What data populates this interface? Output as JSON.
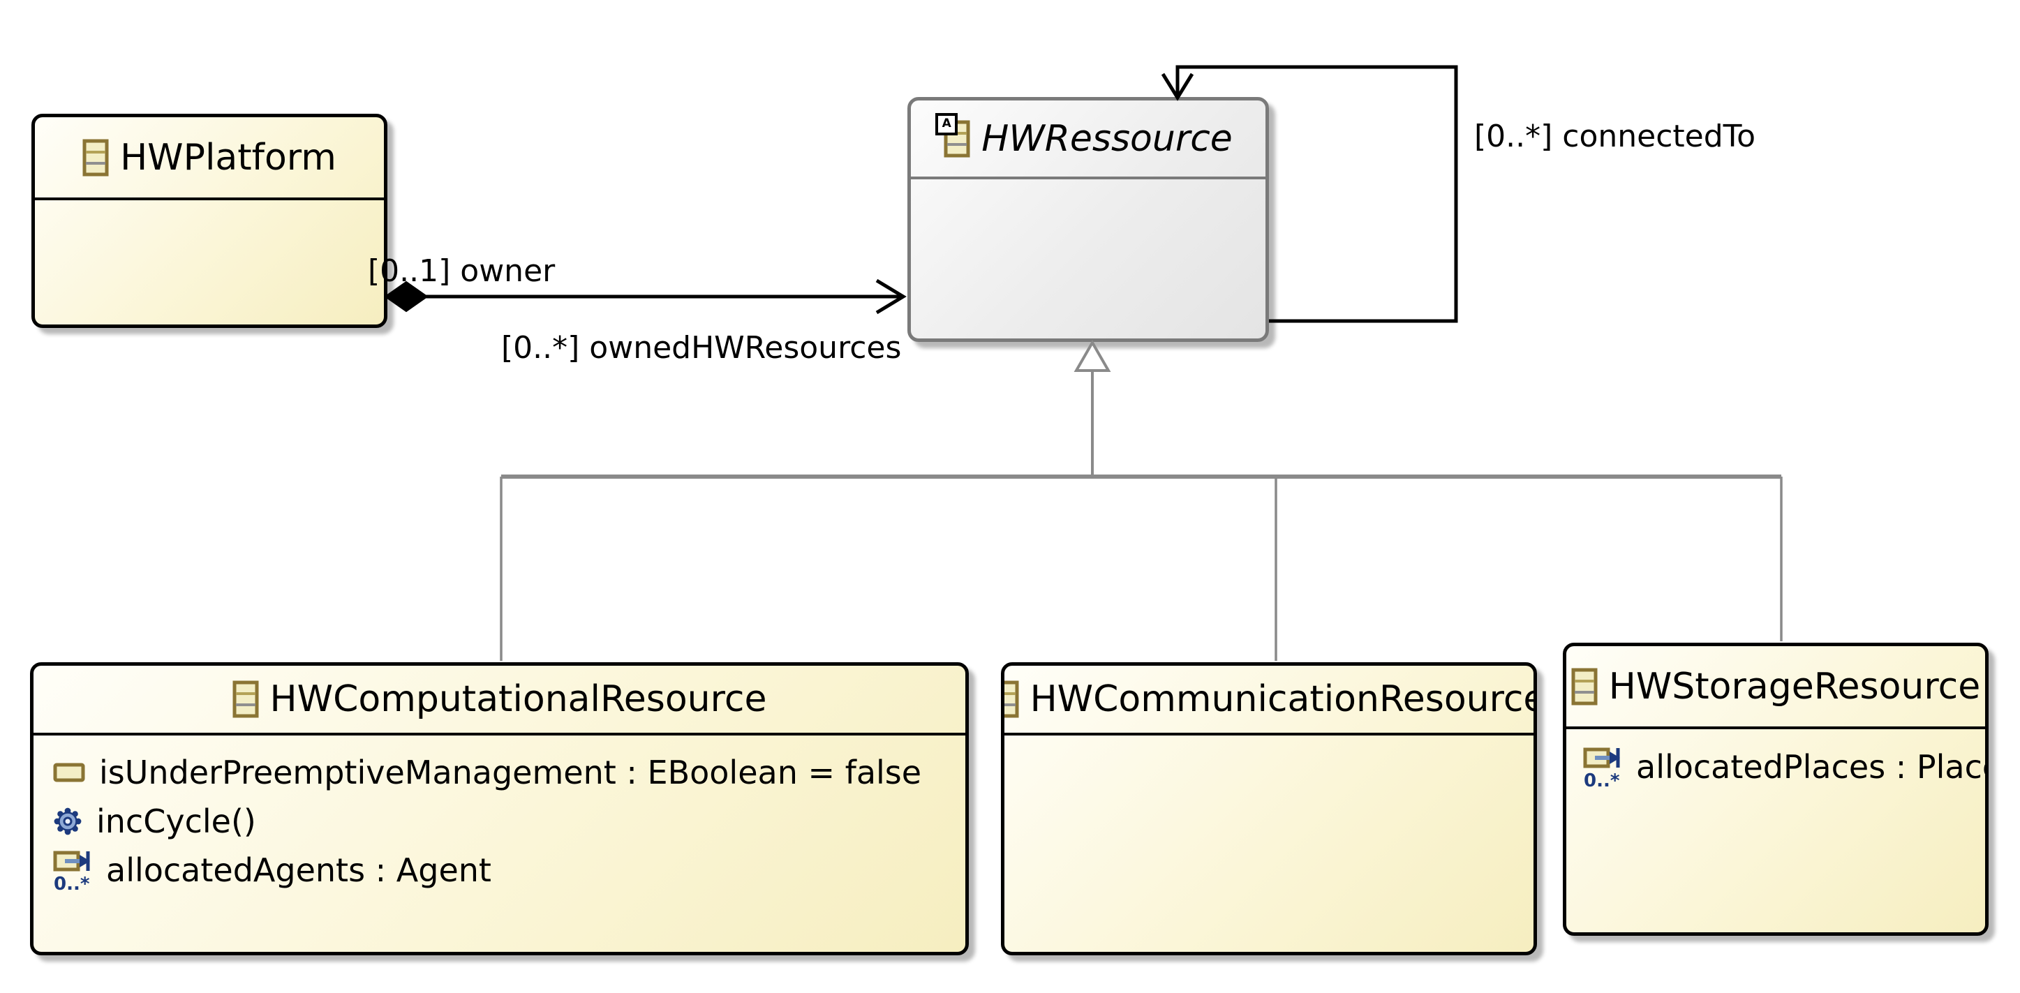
{
  "diagram": {
    "kind": "ecore-class-diagram",
    "classes": {
      "platform": {
        "name": "HWPlatform"
      },
      "ressource": {
        "name": "HWRessource",
        "abstract_badge": "A"
      },
      "computational": {
        "name": "HWComputationalResource",
        "members": [
          {
            "kind": "attribute",
            "label": "isUnderPreemptiveManagement : EBoolean = false"
          },
          {
            "kind": "operation",
            "label": "incCycle()"
          },
          {
            "kind": "reference",
            "multiplicity": "0..*",
            "label": "allocatedAgents : Agent"
          }
        ]
      },
      "communication": {
        "name": "HWCommunicationResource"
      },
      "storage": {
        "name": "HWStorageResource",
        "members": [
          {
            "kind": "reference",
            "multiplicity": "0..*",
            "label": "allocatedPlaces : Place"
          }
        ]
      }
    },
    "edges": {
      "composition": {
        "source_label": "[0..1] owner",
        "target_label": "[0..*] ownedHWResources"
      },
      "self_reference": {
        "label": "[0..*] connectedTo"
      }
    },
    "colors": {
      "canvas": "#ffffff",
      "class_fill_light": "#fffef8",
      "class_fill_dark": "#f6eec0",
      "class_border": "#000000",
      "abstract_fill_light": "#fcfcfc",
      "abstract_fill_dark": "#e4e4e4",
      "abstract_border": "#7a7a7a",
      "generalization_gray": "#8a8a8a",
      "edge_black": "#000000",
      "icon_olive": "#8a7434",
      "icon_pale_yellow": "#f3eec6",
      "icon_navy": "#1c3a7e",
      "icon_steel_blue": "#6f8fc0"
    }
  }
}
